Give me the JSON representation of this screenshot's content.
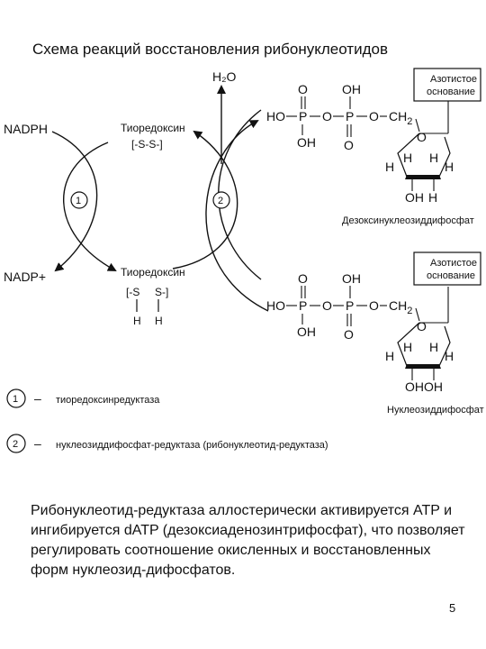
{
  "title": "Схема реакций восстановления рибонуклеотидов",
  "water": "H₂O",
  "nadph": "NADPH",
  "nadp": "NADP+",
  "enzyme1_num": "1",
  "enzyme2_num": "2",
  "thioredoxin_ox": {
    "name": "Тиоредоксин",
    "group": "[-S-S-]"
  },
  "thioredoxin_red": {
    "name": "Тиоредоксин",
    "group_left": "[-S",
    "group_right": "S-]",
    "h1": "H",
    "h2": "H"
  },
  "molecule_top": {
    "O_top1": "O",
    "OH_top2": "OH",
    "chain_HO": "HO",
    "chain_P1": "P",
    "chain_O": "O",
    "chain_P2": "P",
    "chain_O2": "O",
    "chain_CH": "CH",
    "chain_sub": "2",
    "OH_bot1": "OH",
    "O_bot2": "O",
    "ring_O": "O",
    "H_left": "H",
    "H_in1": "H",
    "H_in2": "H",
    "H_right": "H",
    "bottom_OH": "OH",
    "bottom_H": "H",
    "base_line1": "Азотистое",
    "base_line2": "основание",
    "name": "Дезоксинуклеозиддифосфат"
  },
  "molecule_bottom": {
    "O_top1": "O",
    "OH_top2": "OH",
    "chain_HO": "HO",
    "chain_P1": "P",
    "chain_O": "O",
    "chain_P2": "P",
    "chain_O2": "O",
    "chain_CH": "CH",
    "chain_sub": "2",
    "OH_bot1": "OH",
    "O_bot2": "O",
    "ring_O": "O",
    "H_left": "H",
    "H_in1": "H",
    "H_in2": "H",
    "H_right": "H",
    "bottom_OH": "OHOH",
    "base_line1": "Азотистое",
    "base_line2": "основание",
    "name": "Нуклеозиддифосфат"
  },
  "legend": [
    {
      "num": "1",
      "dash": "–",
      "text": "тиоредоксинредуктаза"
    },
    {
      "num": "2",
      "dash": "–",
      "text": "нуклеозиддифосфат-редуктаза (рибонуклеотид-редуктаза)"
    }
  ],
  "caption": "Рибонуклеотид-редуктаза аллостерически активируется ATP и ингибируется dATP (дезоксиаденозинтрифосфат), что позволяет регулировать соотношение окисленных и восстановленных форм нуклеозид-дифосфатов.",
  "page_number": "5"
}
